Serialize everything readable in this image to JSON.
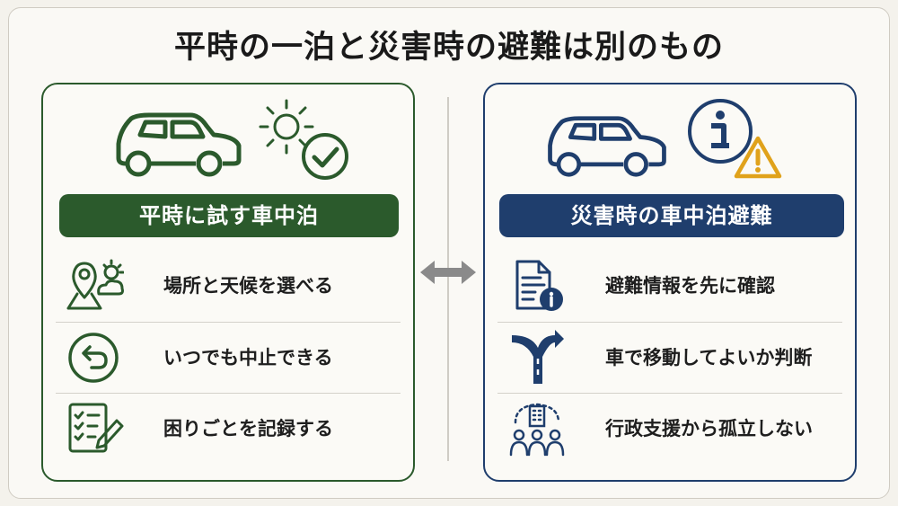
{
  "title": "平時の一泊と災害時の避難は別のもの",
  "left_panel": {
    "heading": "平時に試す車中泊",
    "hero_icons": [
      "car-icon",
      "sun-icon",
      "check-circle-icon"
    ],
    "items": [
      {
        "icon": "map-pin-weather-icon",
        "label": "場所と天候を選べる"
      },
      {
        "icon": "undo-arrow-icon",
        "label": "いつでも中止できる"
      },
      {
        "icon": "checklist-pencil-icon",
        "label": "困りごとを記録する"
      }
    ]
  },
  "right_panel": {
    "heading": "災害時の車中泊避難",
    "hero_icons": [
      "car-icon",
      "info-circle-icon",
      "warning-triangle-icon"
    ],
    "items": [
      {
        "icon": "document-info-icon",
        "label": "避難情報を先に確認"
      },
      {
        "icon": "road-fork-icon",
        "label": "車で移動してよいか判断"
      },
      {
        "icon": "people-building-icon",
        "label": "行政支援から孤立しない"
      }
    ]
  },
  "colors": {
    "green": "#2b5a2c",
    "navy": "#1f3e6d",
    "warning": "#e0a21b",
    "arrow": "#8a8a8a"
  }
}
